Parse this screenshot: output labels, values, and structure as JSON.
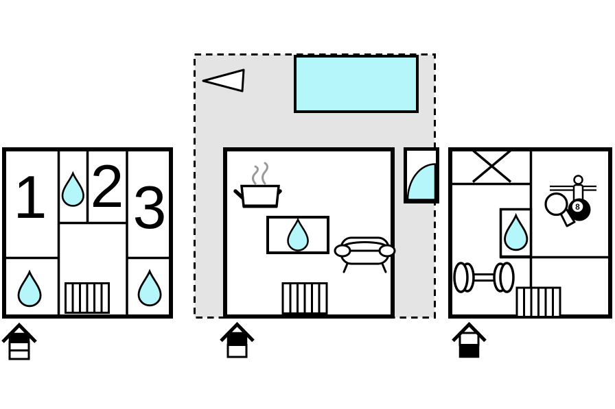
{
  "diagram": {
    "type": "floor-plan",
    "description": "Holiday home floor plans: three levels shown side by side"
  },
  "colors": {
    "background": "#ffffff",
    "water": "#b4f6f9",
    "terrace": "#e4e4e4",
    "line": "#000000",
    "steam": "#9a9a9a"
  },
  "left_floor": {
    "name": "bedroom-level",
    "room_labels": [
      "1",
      "2",
      "3"
    ],
    "icons": [
      "water-drop-icon",
      "water-drop-icon",
      "water-drop-icon",
      "stairs-icon",
      "house-level-icon"
    ],
    "level_indicator": {
      "levels": 3,
      "highlighted": "top"
    }
  },
  "middle_floor": {
    "name": "main-level",
    "icons": [
      "north-arrow-icon",
      "pool-icon",
      "cooking-pot-icon",
      "steam-icon",
      "water-drop-box-icon",
      "sofa-icon",
      "stairs-icon",
      "door-swing-icon",
      "terrace-outline"
    ],
    "level_indicator": {
      "levels": 2,
      "highlighted": "top"
    }
  },
  "right_floor": {
    "name": "lower-level",
    "eight_ball_label": "8",
    "icons": [
      "crossed-box-icon",
      "foosball-player-icon",
      "table-tennis-paddle-icon",
      "eight-ball-icon",
      "water-drop-icon",
      "dumbbell-icon",
      "stairs-icon",
      "house-level-icon"
    ],
    "level_indicator": {
      "levels": 2,
      "highlighted": "bottom"
    }
  }
}
